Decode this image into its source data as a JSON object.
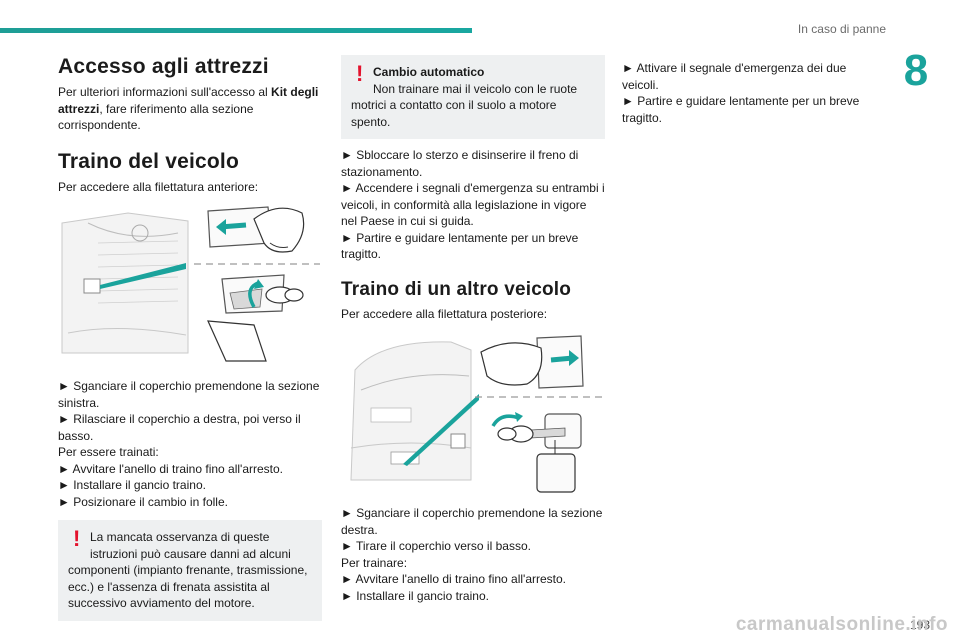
{
  "header": {
    "section": "In caso di panne",
    "chapter": "8"
  },
  "col1": {
    "h_access": "Accesso agli attrezzi",
    "access_p1": "Per ulteriori informazioni sull'accesso al ",
    "access_bold": "Kit degli attrezzi",
    "access_p2": ", fare riferimento alla sezione corrispondente.",
    "h_tow": "Traino del veicolo",
    "tow_intro": "Per accedere alla filettatura anteriore:",
    "steps": [
      "► Sganciare il coperchio premendone la sezione sinistra.",
      "► Rilasciare il coperchio a destra, poi verso il basso.",
      "Per essere trainati:",
      "► Avvitare l'anello di traino fino all'arresto.",
      "► Installare il gancio traino.",
      "► Posizionare il cambio in folle."
    ],
    "warn_line1": "La mancata osservanza di queste",
    "warn_line2": "istruzioni può causare danni ad alcuni",
    "warn_rest": "componenti (impianto frenante, trasmissione, ecc.) e l'assenza di frenata assistita al successivo avviamento del motore."
  },
  "col2": {
    "warn_title": "Cambio automatico",
    "warn_line2": "Non trainare mai il veicolo con le ruote",
    "warn_rest": "motrici a contatto con il suolo a motore spento.",
    "steps_a": [
      "► Sbloccare lo sterzo e disinserire il freno di stazionamento.",
      "► Accendere i segnali d'emergenza su entrambi i veicoli, in conformità alla legislazione in vigore nel Paese in cui si guida.",
      "► Partire e guidare lentamente per un breve tragitto."
    ],
    "h_tow_other": "Traino di un altro veicolo",
    "tow_other_intro": "Per accedere alla filettatura posteriore:",
    "steps_b": [
      "► Sganciare il coperchio premendone la sezione destra.",
      "► Tirare il coperchio verso il basso.",
      "Per trainare:",
      "► Avvitare l'anello di traino fino all'arresto.",
      "► Installare il gancio traino."
    ]
  },
  "col3": {
    "steps": [
      "► Attivare il segnale d'emergenza dei due veicoli.",
      "► Partire e guidare lentamente per un breve tragitto."
    ]
  },
  "footer": {
    "page": "193",
    "watermark": "carmanualsonline.info"
  },
  "colors": {
    "accent": "#1aa39c",
    "warning": "#e3122d",
    "box": "#eef0f1"
  }
}
